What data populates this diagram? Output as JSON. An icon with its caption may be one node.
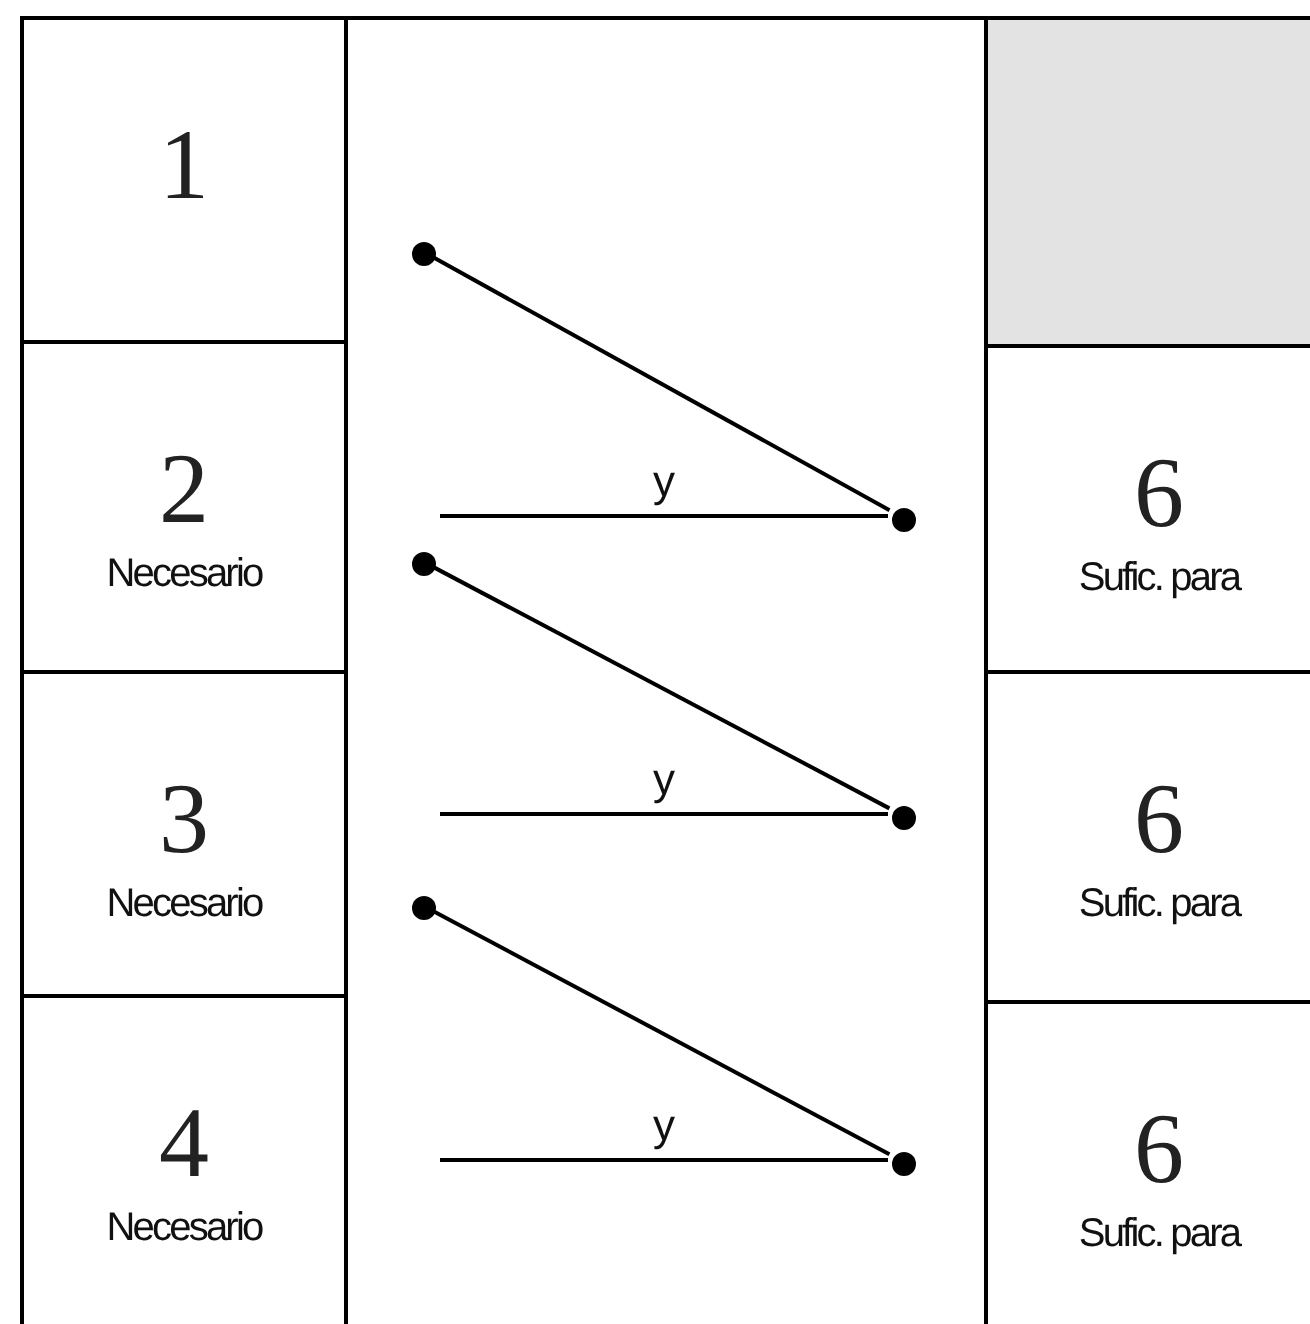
{
  "diagram": {
    "nodes": [
      {
        "text": [
          "1"
        ]
      },
      {
        "text": [
          "2",
          "Necesario"
        ]
      },
      {
        "text": [
          "3",
          "Necesario"
        ]
      },
      {
        "text": [
          "4",
          "Necesario"
        ]
      },
      {
        "text": [],
        "shape": "box"
      },
      {
        "text": [],
        "shape": "circle",
        "in": 4
      },
      {
        "text": [],
        "shape": "circle",
        "in": 4
      },
      {
        "text": [],
        "shape": "circle",
        "in": 4
      },
      {
        "text": [],
        "shape": "circle",
        "in": 4
      },
      {
        "text": [],
        "shape": "circle",
        "in": 4
      },
      {
        "text": [],
        "shape": "circle",
        "in": 4
      },
      {
        "text": [],
        "shape": "box"
      },
      {
        "text": [
          "6",
          "Sufic. para"
        ]
      },
      {
        "text": [
          "6",
          "Sufic. para"
        ]
      },
      {
        "text": [
          "6",
          "Sufic. para"
        ]
      }
    ],
    "edges": [
      {
        "from": 5,
        "to": 8,
        "arrow": "none"
      },
      {
        "from": null,
        "to": 8,
        "arrow": "none",
        "label": "y"
      },
      {
        "from": 6,
        "to": 9,
        "arrow": "none"
      },
      {
        "from": null,
        "to": 9,
        "arrow": "none",
        "label": "y"
      },
      {
        "from": 7,
        "to": 10,
        "arrow": "none"
      },
      {
        "from": null,
        "to": 10,
        "arrow": "none",
        "label": "y"
      }
    ]
  }
}
